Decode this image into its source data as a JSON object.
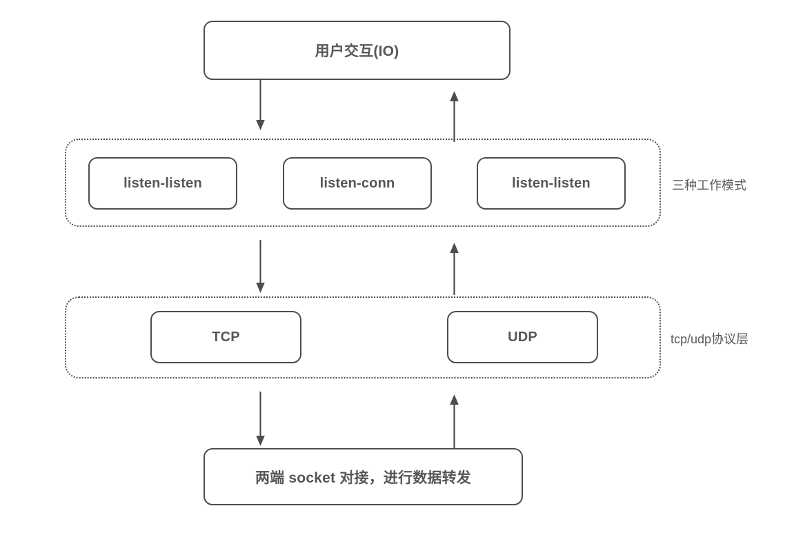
{
  "diagram": {
    "title_box": {
      "label": "用户交互(IO)"
    },
    "mode_layer": {
      "side_label": "三种工作模式",
      "boxes": [
        {
          "label": "listen-listen"
        },
        {
          "label": "listen-conn"
        },
        {
          "label": "listen-listen"
        }
      ]
    },
    "protocol_layer": {
      "side_label": "tcp/udp协议层",
      "boxes": [
        {
          "label": "TCP"
        },
        {
          "label": "UDP"
        }
      ]
    },
    "bottom_box": {
      "label": "两端 socket 对接，进行数据转发"
    },
    "arrows": [
      {
        "name": "io-to-modes",
        "direction": "down"
      },
      {
        "name": "modes-to-io",
        "direction": "up"
      },
      {
        "name": "modes-to-protocol",
        "direction": "down"
      },
      {
        "name": "protocol-to-modes",
        "direction": "up"
      },
      {
        "name": "protocol-to-socket",
        "direction": "down"
      },
      {
        "name": "socket-to-protocol",
        "direction": "up"
      }
    ],
    "colors": {
      "stroke": "#4d4d4d",
      "text": "#565656",
      "background": "#ffffff"
    }
  }
}
